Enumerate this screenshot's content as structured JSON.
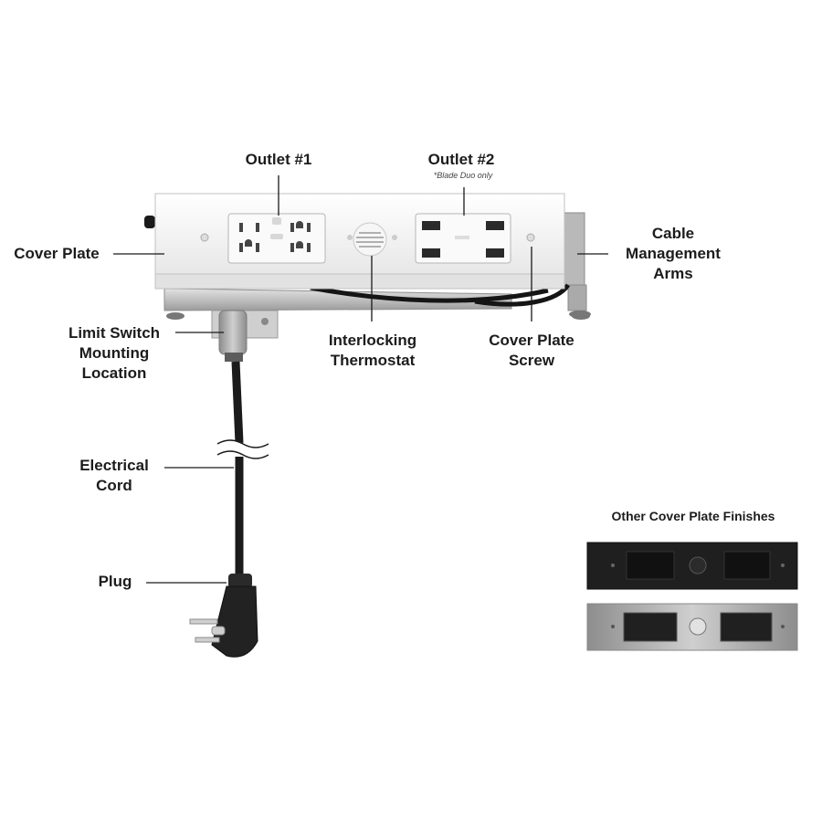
{
  "labels": {
    "outlet1": "Outlet #1",
    "outlet2": "Outlet #2",
    "outlet2_note": "*Blade Duo only",
    "cover_plate": "Cover Plate",
    "cable_management": [
      "Cable",
      "Management",
      "Arms"
    ],
    "limit_switch": [
      "Limit Switch",
      "Mounting",
      "Location"
    ],
    "interlocking_thermostat": [
      "Interlocking",
      "Thermostat"
    ],
    "cover_plate_screw": [
      "Cover Plate",
      "Screw"
    ],
    "electrical_cord": [
      "Electrical",
      "Cord"
    ],
    "plug": "Plug"
  },
  "finishes": {
    "title": "Other Cover Plate Finishes",
    "items": [
      {
        "name": "black-finish",
        "color": "#222222"
      },
      {
        "name": "stainless-finish",
        "color": "#b8b8b8"
      }
    ]
  },
  "colors": {
    "plate": "#f4f4f4",
    "bracket": "#c9c9c9",
    "cord": "#1b1b1b",
    "leader": "#1a1a1a"
  }
}
